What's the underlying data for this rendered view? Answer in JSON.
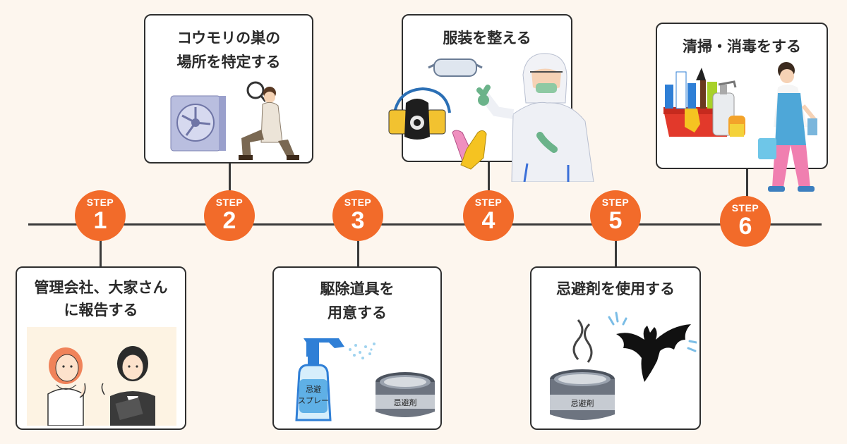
{
  "steps": [
    {
      "label": "STEP",
      "number": "1",
      "title_line1": "管理会社、大家さん",
      "title_line2": "に報告する"
    },
    {
      "label": "STEP",
      "number": "2",
      "title_line1": "コウモリの巣の",
      "title_line2": "場所を特定する"
    },
    {
      "label": "STEP",
      "number": "3",
      "title_line1": "駆除道具を",
      "title_line2": "用意する",
      "spray_label_1": "忌避",
      "spray_label_2": "スプレー",
      "can_label": "忌避剤"
    },
    {
      "label": "STEP",
      "number": "4",
      "title_line1": "服装を整える"
    },
    {
      "label": "STEP",
      "number": "5",
      "title_line1": "忌避剤を使用する",
      "can_label": "忌避剤"
    },
    {
      "label": "STEP",
      "number": "6",
      "title_line1": "清掃・消毒をする"
    }
  ],
  "colors": {
    "accent": "#f26b2a",
    "line": "#3a3a3a",
    "background": "#fdf6ee"
  }
}
